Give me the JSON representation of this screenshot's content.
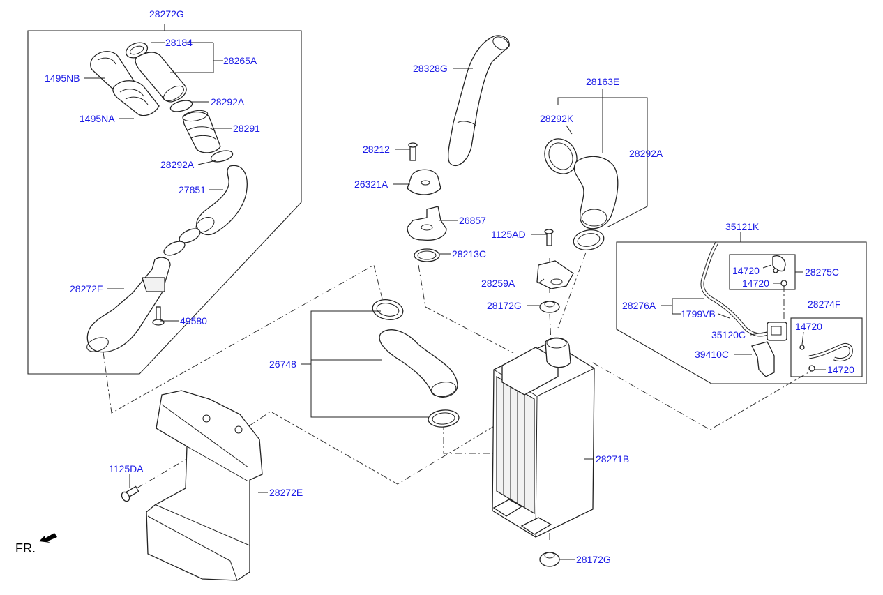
{
  "labels": {
    "p28272G": "28272G",
    "p28184": "28184",
    "p28265A": "28265A",
    "p1495NB": "1495NB",
    "p1495NA": "1495NA",
    "p28292A_1": "28292A",
    "p28291": "28291",
    "p28292A_2": "28292A",
    "p27851": "27851",
    "p28272F": "28272F",
    "p49580": "49580",
    "p28328G": "28328G",
    "p28212": "28212",
    "p26321A": "26321A",
    "p26857": "26857",
    "p28213C": "28213C",
    "p28163E": "28163E",
    "p28292K": "28292K",
    "p28292A_3": "28292A",
    "p1125AD": "1125AD",
    "p28259A": "28259A",
    "p28172G_1": "28172G",
    "p26748": "26748",
    "p35121K": "35121K",
    "p14720_1": "14720",
    "p28275C": "28275C",
    "p14720_2": "14720",
    "p28276A": "28276A",
    "p1799VB": "1799VB",
    "p28274F": "28274F",
    "p35120C": "35120C",
    "p14720_3": "14720",
    "p39410C": "39410C",
    "p14720_4": "14720",
    "p28271B": "28271B",
    "p1125DA": "1125DA",
    "p28272E": "28272E",
    "p28172G_2": "28172G"
  },
  "direction_marker": {
    "text": "FR.",
    "icon": "front-direction-arrow-icon"
  },
  "colors": {
    "label": "#1a1ae6",
    "line": "#222222"
  }
}
